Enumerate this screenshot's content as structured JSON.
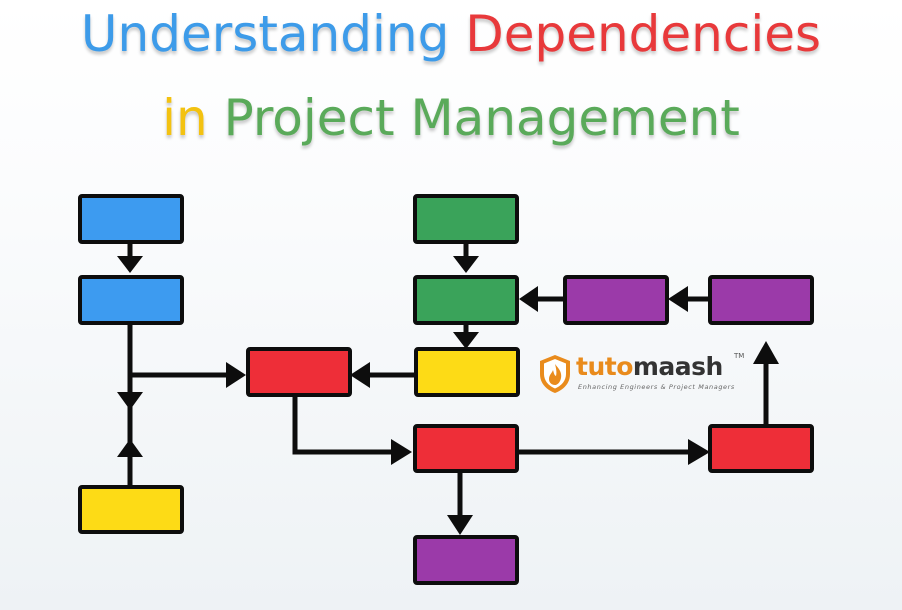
{
  "title": {
    "line1": [
      {
        "text": "Understanding",
        "color": "#3d9be9"
      },
      {
        "text": " ",
        "color": "#3d9be9"
      },
      {
        "text": "Dependencies",
        "color": "#e8393b"
      }
    ],
    "line2": [
      {
        "text": "in",
        "color": "#f3c211"
      },
      {
        "text": " ",
        "color": "#5aaa5a"
      },
      {
        "text": "Project Management",
        "color": "#5aaa5a"
      }
    ]
  },
  "colors": {
    "blue": "#3d9bf0",
    "green": "#3aa35a",
    "yellow": "#fddb16",
    "red": "#ee2e38",
    "purple": "#9b3aa9",
    "line": "#0d0d0d"
  },
  "logo": {
    "brand_prefix": "tuto",
    "brand_suffix": "maash",
    "trademark": "TM",
    "tagline": "Enhancing Engineers & Project Managers",
    "brand_color": "#e98b1c",
    "dark_color": "#333333"
  }
}
